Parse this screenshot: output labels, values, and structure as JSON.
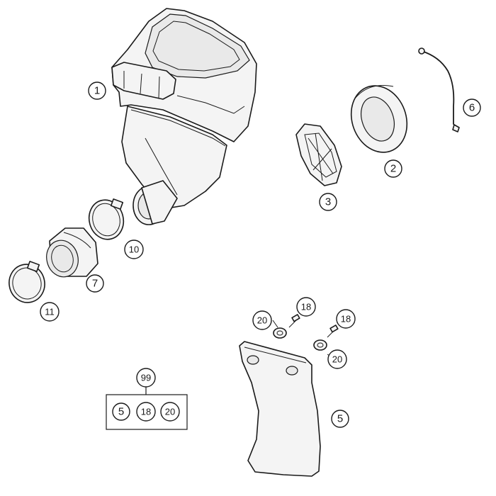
{
  "callouts": {
    "p1": "1",
    "p2": "2",
    "p3": "3",
    "p5_flap": "5",
    "p6": "6",
    "p7": "7",
    "p10": "10",
    "p11": "11",
    "p18_a": "18",
    "p18_b": "18",
    "p20_a": "20",
    "p20_b": "20"
  },
  "kit": {
    "number": "99",
    "items": [
      "5",
      "18",
      "20"
    ]
  }
}
